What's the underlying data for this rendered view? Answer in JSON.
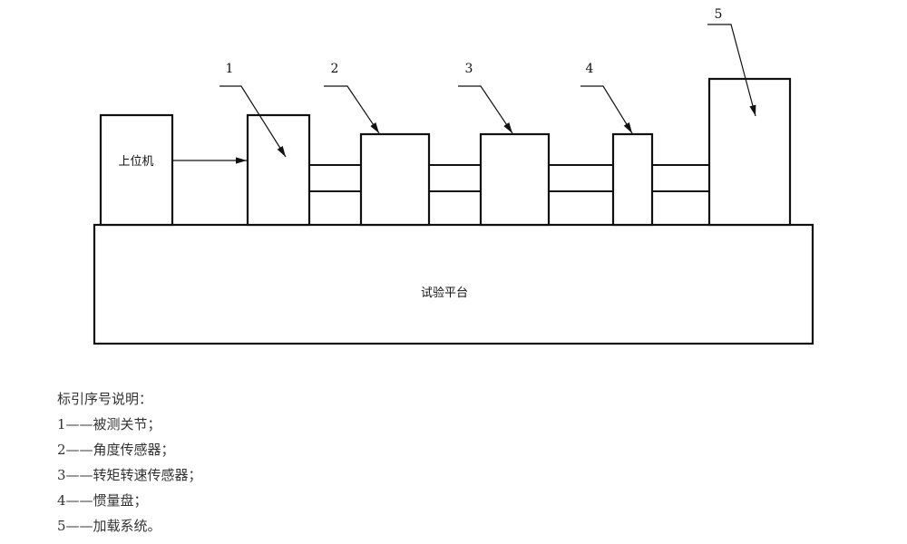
{
  "diagram": {
    "host_label": "上位机",
    "platform_label": "试验平台",
    "callouts": [
      "1",
      "2",
      "3",
      "4",
      "5"
    ]
  },
  "legend": {
    "title": "标引序号说明：",
    "items": [
      "1——被测关节；",
      "2——角度传感器；",
      "3——转矩转速传感器；",
      "4——惯量盘；",
      "5——加载系统。"
    ]
  }
}
